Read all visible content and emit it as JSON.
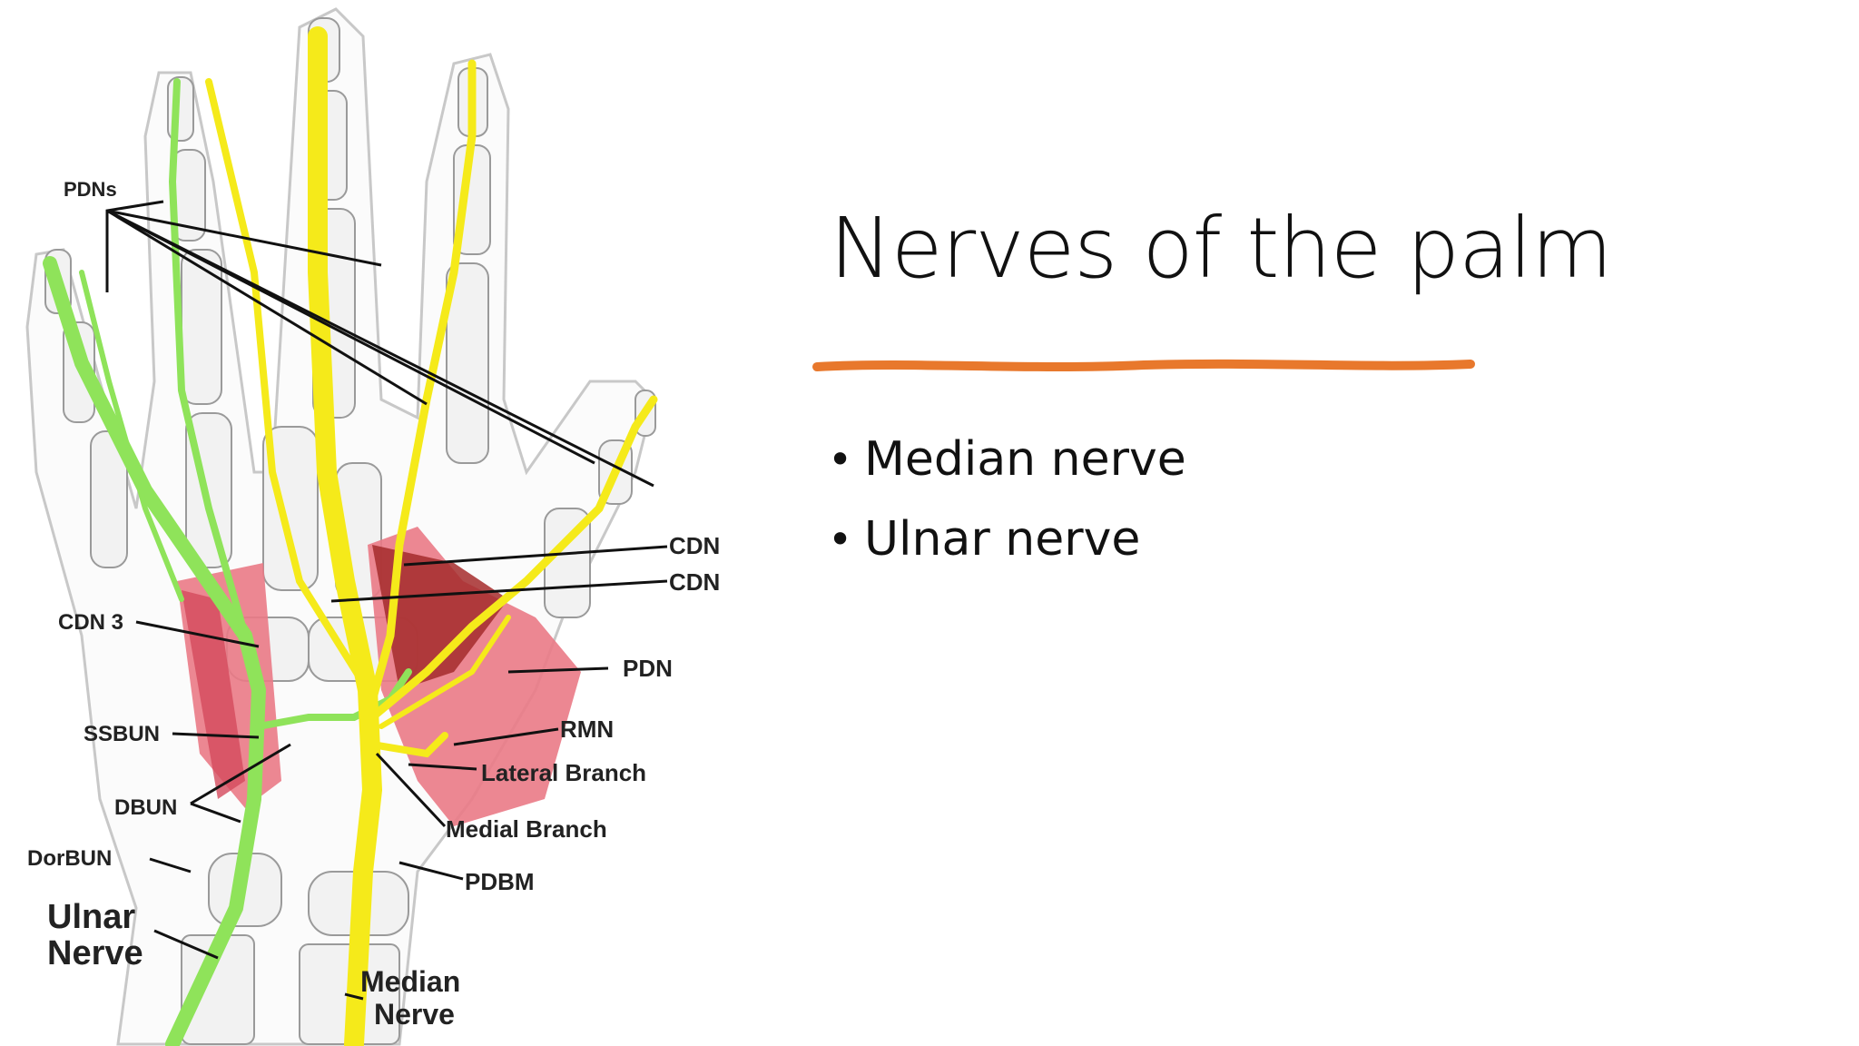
{
  "slide": {
    "title": "Nerves of the palm",
    "bullets": [
      "Median nerve",
      "Ulnar nerve"
    ],
    "accent_color": "#e8782c"
  },
  "figure": {
    "labels": {
      "pdns": "PDNs",
      "cdn_top": "CDN",
      "cdn_mid": "CDN",
      "cdn3": "CDN 3",
      "pdn": "PDN",
      "ssbun": "SSBUN",
      "rmn": "RMN",
      "lateral_branch": "Lateral Branch",
      "dbun": "DBUN",
      "medial_branch": "Medial Branch",
      "dorbun": "DorBUN",
      "pdbm": "PDBM",
      "ulnar_line1": "Ulnar",
      "ulnar_line2": "Nerve",
      "median_line1": "Median",
      "median_line2": "Nerve"
    },
    "colors": {
      "median_nerve": "#f5ea1a",
      "ulnar_nerve": "#8fe35a",
      "muscle": "#e8586a"
    }
  }
}
